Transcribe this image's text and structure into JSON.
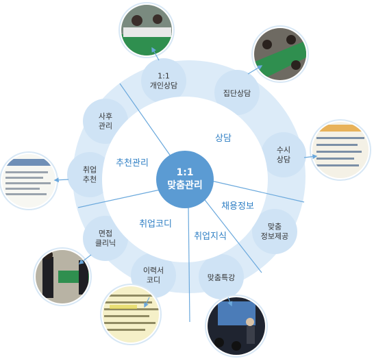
{
  "center": {
    "label": "1:1\n맞춤관리"
  },
  "segments": {
    "counseling": "상담",
    "job_info": "채용정보",
    "job_knowledge": "취업지식",
    "job_coordi": "취업코디",
    "recommend": "추천관리"
  },
  "petals": {
    "individual": "1:1\n개인상담",
    "group": "집단상담",
    "anytime": "수시\n상담",
    "custom_info": "맞춤\n정보제공",
    "special_lecture": "맞춤특강",
    "resume": "이력서\n코디",
    "interview": "면접\n클리닉",
    "job_recommend": "취업\n추천",
    "aftercare": "사후\n관리"
  },
  "photos": {
    "individual": "individual-counseling-photo",
    "group": "group-counseling-photo",
    "anytime": "document-screen-photo",
    "recommend": "recommendation-document-photo",
    "interview": "interview-clinic-photo",
    "resume": "resume-document-photo",
    "lecture": "lecture-photo"
  },
  "colors": {
    "petal_fill": "#cfe3f5",
    "ring_fill": "#ffffff",
    "center_fill": "#5b9bd3",
    "segment_text": "#2f7fc4",
    "divider": "#6aa8dc",
    "photo_border": "#ffffff"
  }
}
